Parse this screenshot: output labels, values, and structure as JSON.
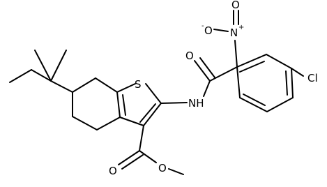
{
  "atoms": {
    "sulfur": "S",
    "amide_nh": "NH",
    "amide_o": "O",
    "nitro_n": "N",
    "nitro_n_charge": "+",
    "nitro_o_minus": "O",
    "nitro_o_minus_charge": "-",
    "nitro_o": "O",
    "chlorine": "Cl",
    "ester_carbonyl_o": "O",
    "ester_o": "O"
  }
}
